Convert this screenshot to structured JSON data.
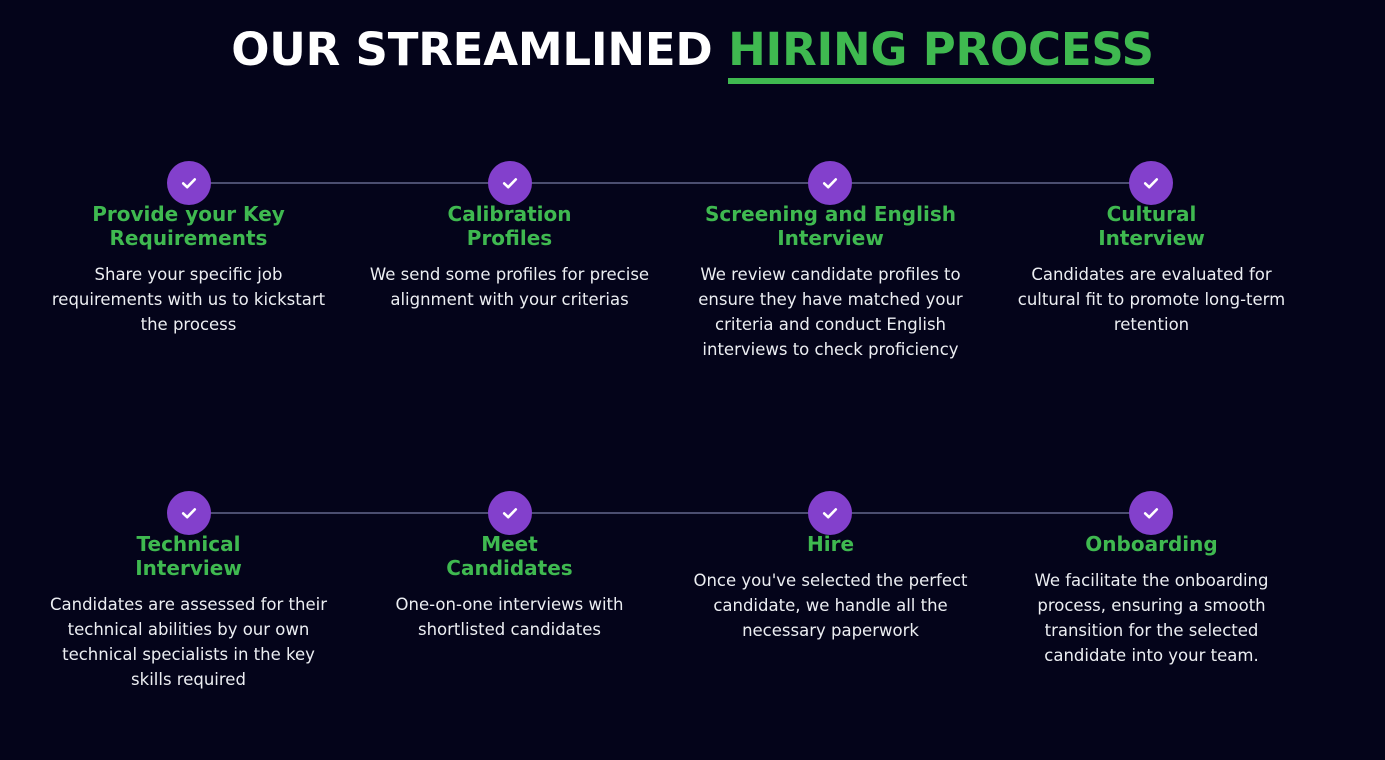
{
  "header": {
    "title_plain": "OUR STREAMLINED ",
    "title_accent": "HIRING PROCESS"
  },
  "theme": {
    "background": "#04041a",
    "accent_green": "#3fb950",
    "node_purple": "#8340cc",
    "connector_line": "#585c80",
    "body_text": "#eceef2"
  },
  "icons": {
    "step_check": "check-icon"
  },
  "rows": [
    {
      "row_name": "timeline-row-1",
      "steps": [
        {
          "title": "Provide your Key\nRequirements",
          "description": "Share your specific job requirements with us to kickstart the process"
        },
        {
          "title": "Calibration\nProfiles",
          "description": "We send some profiles for precise alignment with your criterias"
        },
        {
          "title": "Screening and English\nInterview",
          "description": "We review candidate profiles to ensure they have matched your criteria and conduct English interviews to check proficiency"
        },
        {
          "title": "Cultural\nInterview",
          "description": "Candidates are evaluated for cultural fit to promote long-term retention"
        }
      ]
    },
    {
      "row_name": "timeline-row-2",
      "steps": [
        {
          "title": "Technical\nInterview",
          "description": "Candidates are assessed for their technical abilities by our own technical specialists in the key skills required"
        },
        {
          "title": "Meet\nCandidates",
          "description": "One-on-one interviews with shortlisted candidates"
        },
        {
          "title": "Hire",
          "description": "Once you've selected the perfect candidate, we handle all the necessary paperwork"
        },
        {
          "title": "Onboarding",
          "description": "We facilitate the onboarding process, ensuring a smooth transition for the selected candidate into your team."
        }
      ]
    }
  ]
}
